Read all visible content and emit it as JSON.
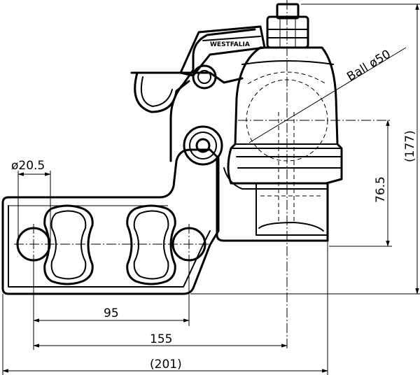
{
  "dimensions": {
    "hole_diameter": "ø20.5",
    "hole_spacing": "95",
    "length_to_ball": "155",
    "overall_length": "(201)",
    "ball_center_height": "76.5",
    "overall_height": "(177)",
    "ball_diameter": "Ball ø50"
  },
  "colors": {
    "line": "#000000",
    "background": "#ffffff"
  }
}
